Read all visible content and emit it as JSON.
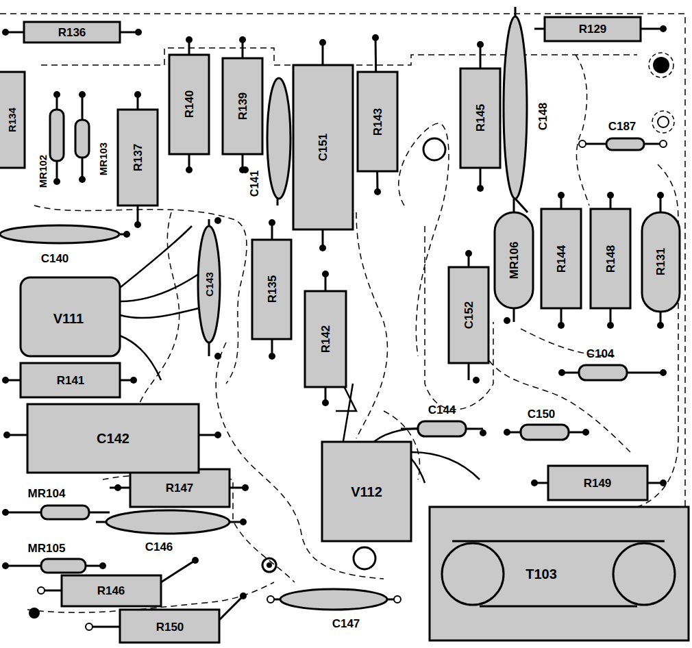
{
  "diagram": {
    "labels": [
      "R136",
      "R134",
      "MR102",
      "MR103",
      "R137",
      "C140",
      "R140",
      "R139",
      "C141",
      "C151",
      "R143",
      "R145",
      "C148",
      "R129",
      "C187",
      "V111",
      "C143",
      "R135",
      "R142",
      "C152",
      "MR106",
      "R144",
      "R148",
      "R131",
      "C104",
      "R141",
      "C142",
      "C144",
      "C150",
      "V112",
      "R149",
      "MR104",
      "R147",
      "C146",
      "MR105",
      "R146",
      "T103",
      "R150",
      "C147"
    ]
  }
}
